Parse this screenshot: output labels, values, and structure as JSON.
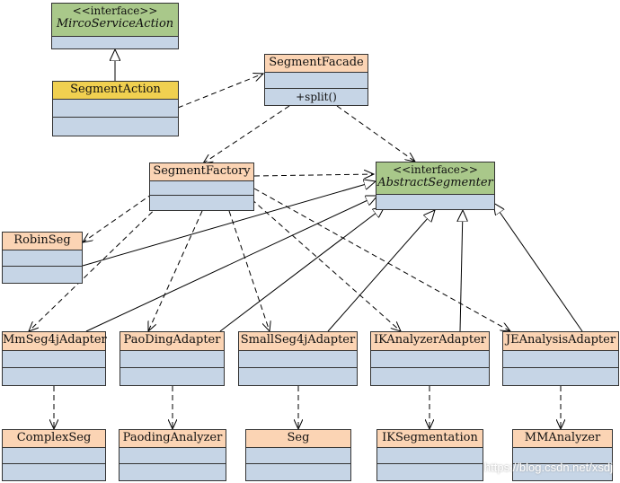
{
  "classes": {
    "mirco": {
      "stereotype": "<<interface>>",
      "name": "MircoServiceAction"
    },
    "segment_action": {
      "name": "SegmentAction"
    },
    "segment_facade": {
      "name": "SegmentFacade",
      "method": "+split()"
    },
    "segment_factory": {
      "name": "SegmentFactory"
    },
    "abstract_segmenter": {
      "stereotype": "<<interface>>",
      "name": "AbstractSegmenter"
    },
    "robin_seg": {
      "name": "RobinSeg"
    },
    "mmseg4j_adapter": {
      "name": "MmSeg4jAdapter"
    },
    "paoding_adapter": {
      "name": "PaoDingAdapter"
    },
    "smallseg4j_adapter": {
      "name": "SmallSeg4jAdapter"
    },
    "ikanalyzer_adapter": {
      "name": "IKAnalyzerAdapter"
    },
    "jeanalysis_adapter": {
      "name": "JEAnalysisAdapter"
    },
    "complex_seg": {
      "name": "ComplexSeg"
    },
    "paoding_analyzer": {
      "name": "PaodingAnalyzer"
    },
    "seg": {
      "name": "Seg"
    },
    "ik_segmentation": {
      "name": "IKSegmentation"
    },
    "mm_analyzer": {
      "name": "MMAnalyzer"
    }
  },
  "colors": {
    "attribute_section": "#c6d5e6",
    "class_header": "#fbd4b4",
    "action_header": "#f0d050",
    "interface_header": "#a9c88a",
    "line": "#000000"
  },
  "watermark": "https://blog.csdn.net/xsdj"
}
